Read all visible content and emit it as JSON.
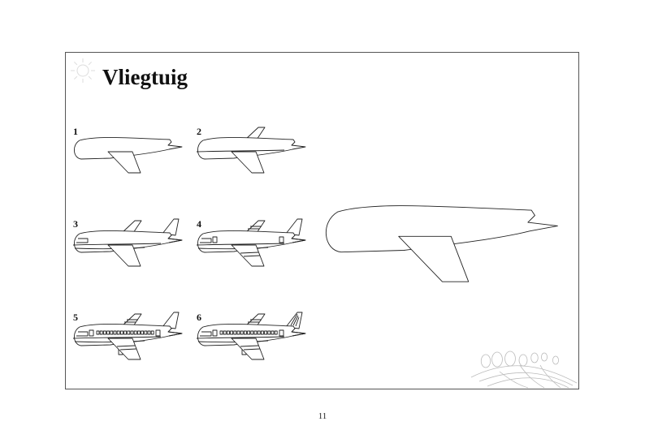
{
  "title": "Vliegtuig",
  "steps": [
    {
      "number": "1"
    },
    {
      "number": "2"
    },
    {
      "number": "3"
    },
    {
      "number": "4"
    },
    {
      "number": "5"
    },
    {
      "number": "6"
    }
  ],
  "page_number": "11",
  "icons": {
    "corner": "sun-icon",
    "landscape": "field-trees-icon"
  }
}
